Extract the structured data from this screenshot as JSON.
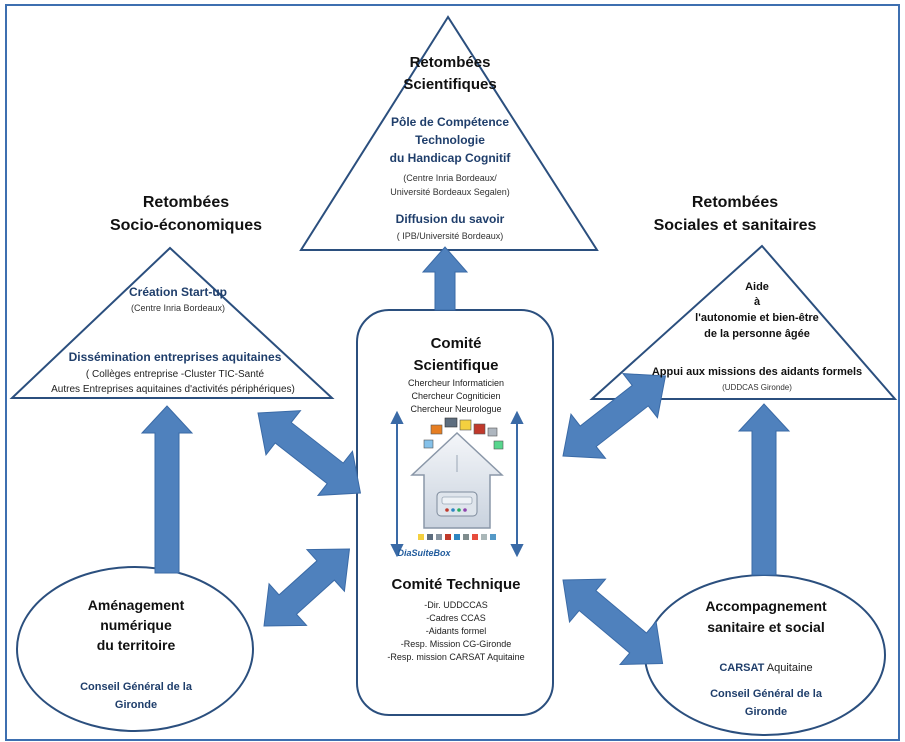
{
  "top": {
    "title": [
      "Retombées",
      "Scientifiques"
    ],
    "pole": [
      "Pôle de Compétence",
      "Technologie",
      "du Handicap Cognitif"
    ],
    "pole_sub": [
      "(Centre Inria Bordeaux/",
      "Université Bordeaux Segalen)"
    ],
    "diffusion": "Diffusion du savoir",
    "diffusion_sub": "( IPB/Université Bordeaux)"
  },
  "left": {
    "title": [
      "Retombées",
      "Socio-économiques"
    ],
    "startup": "Création Start-up",
    "startup_sub": "(Centre Inria Bordeaux)",
    "dissem": "Dissémination entreprises aquitaines",
    "dissem_sub": [
      "( Collèges entreprise -Cluster TIC-Santé",
      "Autres Entreprises aquitaines d'activités périphériques)"
    ]
  },
  "right": {
    "title": [
      "Retombées",
      "Sociales et sanitaires"
    ],
    "aide": [
      "Aide",
      "à",
      "l'autonomie et bien-être",
      "de la personne âgée"
    ],
    "appui": "Appui aux missions des aidants formels",
    "appui_sub": "(UDDCAS Gironde)"
  },
  "center": {
    "comite_sci": [
      "Comité",
      "Scientifique"
    ],
    "chercheurs": [
      "Chercheur Informaticien",
      "Chercheur Cogniticien",
      "Chercheur Neurologue"
    ],
    "box_caption": "DiaSuiteBox",
    "comite_tech": "Comité Technique",
    "tech_members": [
      "-Dir. UDDCCAS",
      "-Cadres CCAS",
      "-Aidants formel",
      "-Resp. Mission CG-Gironde",
      "-Resp. mission CARSAT Aquitaine"
    ]
  },
  "ellipse_left": {
    "title": [
      "Aménagement",
      "numérique",
      "du territoire"
    ],
    "org": [
      "Conseil Général de la",
      "Gironde"
    ]
  },
  "ellipse_right": {
    "title": [
      "Accompagnement",
      "sanitaire et social"
    ],
    "carsat_bold": "CARSAT",
    "carsat_rest": " Aquitaine",
    "org": [
      "Conseil Général de la",
      "Gironde"
    ]
  },
  "colors": {
    "arrow": "#4f81bd",
    "arrow_stroke": "#3a6aa6",
    "shape_stroke": "#2b4f7e",
    "blue_text": "#1f3e6b"
  }
}
